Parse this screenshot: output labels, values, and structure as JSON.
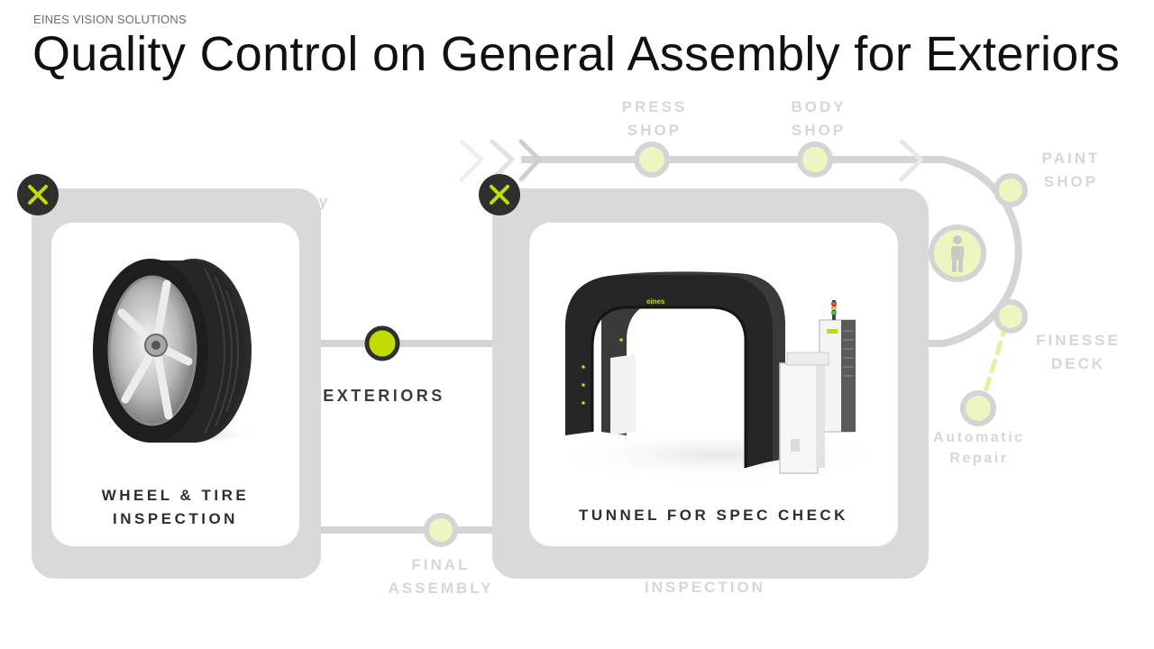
{
  "header": {
    "company": "EINES VISION SOLUTIONS",
    "title": "Quality Control on General Assembly for Exteriors"
  },
  "flow": {
    "press_shop": [
      "PRESS",
      "SHOP"
    ],
    "body_shop": [
      "BODY",
      "SHOP"
    ],
    "paint_shop": [
      "PAINT",
      "SHOP"
    ],
    "finesse_deck": [
      "FINESSE",
      "DECK"
    ],
    "automatic_repair": [
      "Automatic",
      "Repair"
    ],
    "exteriors": "EXTERIORS",
    "final_assembly": [
      "FINAL",
      "ASSEMBLY"
    ],
    "inspection": "INSPECTION",
    "partial_hidden": [
      "ry",
      "y"
    ]
  },
  "cards": {
    "wheel": {
      "label_lines": [
        "WHEEL & TIRE",
        "INSPECTION"
      ]
    },
    "tunnel": {
      "label": "TUNNEL FOR SPEC CHECK",
      "brand": "eines"
    }
  },
  "colors": {
    "accent": "#c3dc00",
    "accent_light": "#eef5c0",
    "line": "#d4d4d4",
    "panel": "#d9d9d9",
    "close_bg": "#2f2f2f"
  },
  "icons": {
    "close": "close-icon",
    "person": "person-icon"
  }
}
